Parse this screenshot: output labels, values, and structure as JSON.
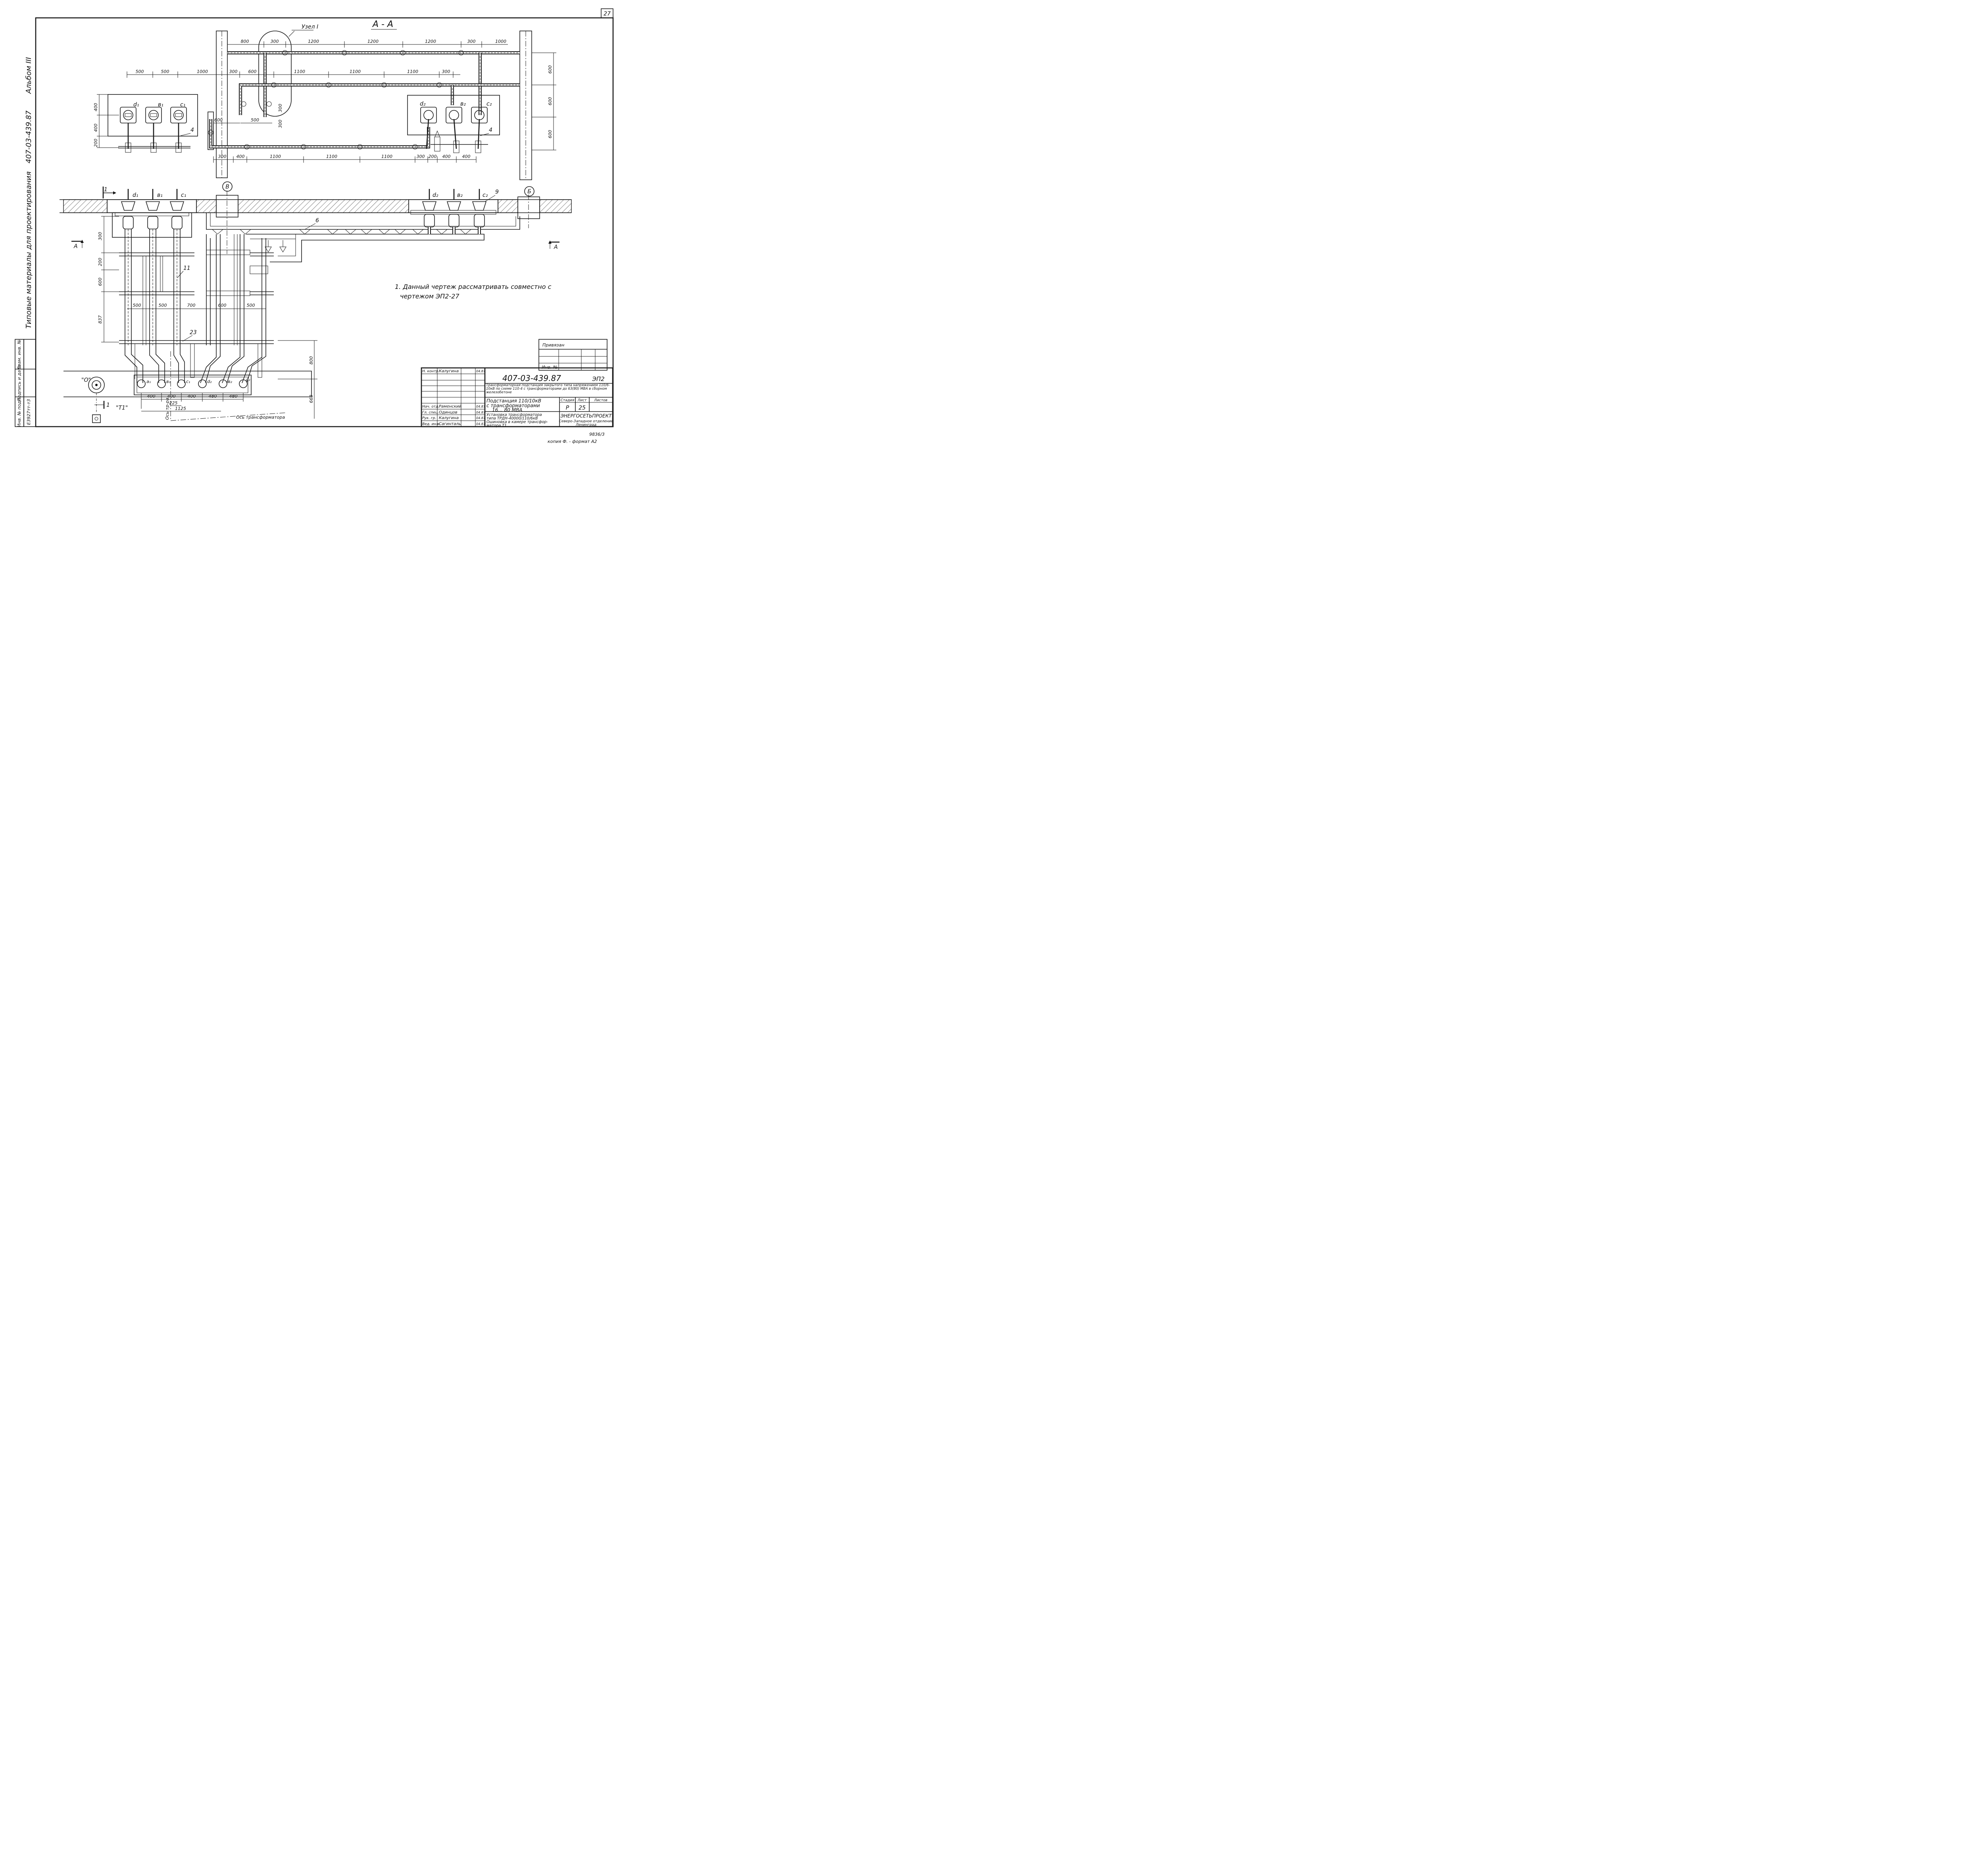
{
  "sheet": {
    "page_number": "27",
    "section_label": "А - А",
    "uzel_label": "Узел I",
    "left_margin": {
      "album": "Альбом III",
      "code": "407-03-439.87",
      "typical": "Типовые материалы для проектирования"
    },
    "side_stamp": {
      "inv_podl": "Инв. № подл.",
      "podpis_data": "Подпись и дата",
      "vzam_inv": "Взам. инв. №",
      "inv_value": "E3927тт-т3"
    }
  },
  "section_aa": {
    "top_dims": [
      "800",
      "300",
      "1200",
      "1200",
      "1200",
      "300",
      "1000"
    ],
    "second_dims": [
      "300",
      "600",
      "1100",
      "1100",
      "1100",
      "300"
    ],
    "left_dims": [
      "500",
      "500",
      "1000"
    ],
    "bottom_dims": [
      "300",
      "400",
      "1100",
      "1100",
      "1100",
      "300",
      "200",
      "400",
      "400"
    ],
    "right_dims": [
      "600",
      "600",
      "600"
    ],
    "vertical_left_dims": [
      "400",
      "400",
      "200"
    ],
    "inner_dims": [
      "600",
      "500",
      "300",
      "300"
    ],
    "phases_left": [
      "d₁",
      "в₁",
      "c₁"
    ],
    "phases_right": [
      "d₂",
      "в₂",
      "c₂"
    ],
    "callouts": [
      "4",
      "4"
    ]
  },
  "plan": {
    "section_mark": "1",
    "phases_left": [
      "d₁",
      "в₁",
      "c₁"
    ],
    "phases_right": [
      "d₂",
      "в₂",
      "c₂"
    ],
    "marker_v": "В",
    "marker_b": "Б",
    "callouts": [
      "9",
      "6",
      "11",
      "23"
    ],
    "cut_a_left": "А",
    "cut_a_right": "А",
    "vertical_dims": [
      "300",
      "200",
      "600",
      "837",
      "800",
      "663"
    ],
    "horizontal_dims": [
      "500",
      "500",
      "700",
      "600",
      "500"
    ],
    "bottom_dims": [
      "400",
      "400",
      "400",
      "480",
      "480",
      "225",
      "1125"
    ],
    "terminal_labels": [
      "a₁",
      "в₁",
      "c₁",
      "d₂",
      "в₂",
      "c₂"
    ],
    "point_o": "\"О\"",
    "point_t1": "\"Т1\"",
    "mark_1": "1",
    "axis_tr_ra": "Ось тр-ра",
    "axis_transformer": "Ось трансформатора"
  },
  "note": {
    "line1": "1. Данный чертеж рассматривать совместно с",
    "line2": "чертежом ЭП2-27"
  },
  "privyazan": {
    "title": "Привязан",
    "inv": "Инв. №"
  },
  "title_block": {
    "doc_code": "407-03-439.87",
    "sheet_code": "ЭП2",
    "description": "Трансформаторная подстанция закрытого типа напряжением 110/6-10кВ по схеме 110-4 с трансформаторами до 63(80) МВА в сборном железобетоне",
    "object_line1": "Подстанция 110/10кВ",
    "object_line2": "с трансформаторами",
    "object_line3": "16... 80 МВА",
    "sheet_title1": "Установка трансформатора",
    "sheet_title2": "типа ТРДН-40000/110/6кВ",
    "sheet_title3": "Ошиновка в камере трансфор-",
    "sheet_title4": "матора Т1",
    "stage_hdr": "Стадия",
    "sheet_hdr": "Лист",
    "sheets_hdr": "Листов",
    "stage": "Р",
    "sheet_no": "25",
    "org1": "ЭНЕРГОСЕТЬПРОЕКТ",
    "org2": "Северо-Западное отделение",
    "org3": "Ленинград",
    "rows": [
      {
        "role": "Н. контр.",
        "name": "Калугина",
        "date": "04.87"
      },
      {
        "role": "Нач. отд.",
        "name": "Раменский",
        "date": "04.87"
      },
      {
        "role": "Гл. спец.",
        "name": "Одинцов",
        "date": "04.87"
      },
      {
        "role": "Рук. гр.",
        "name": "Калугина",
        "date": "04.87"
      },
      {
        "role": "Вед. инж.",
        "name": "Сагинталь",
        "date": "04.87"
      }
    ]
  },
  "footer": {
    "archive": "9836/3",
    "copy": "копия Ф. - формат А2"
  }
}
